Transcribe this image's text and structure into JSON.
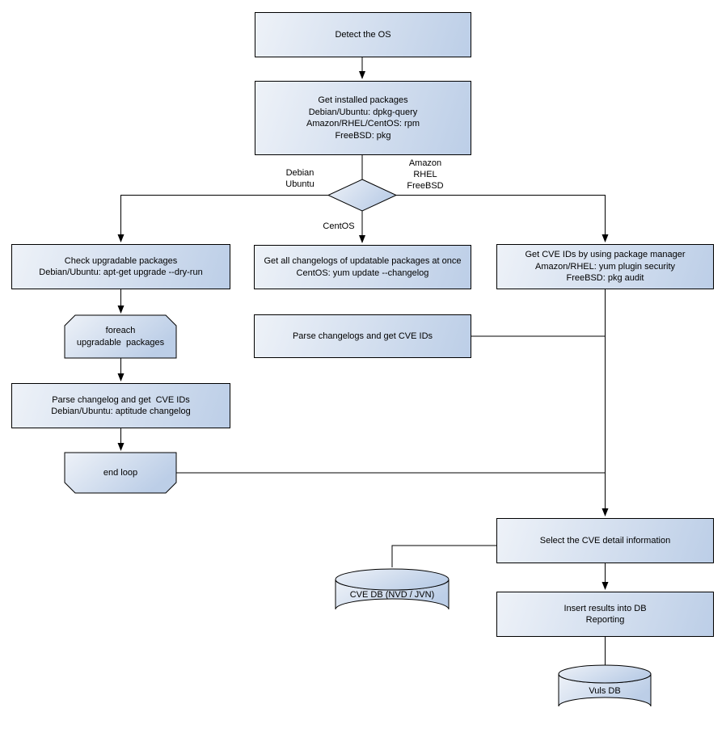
{
  "colors": {
    "fill_light": "#eef2f8",
    "fill_dark": "#bccee7",
    "border": "#000000",
    "line": "#000000",
    "background": "#ffffff"
  },
  "nodes": {
    "detect_os": "Detect the OS",
    "get_installed_packages": "Get installed packages\nDebian/Ubuntu: dpkg-query\nAmazon/RHEL/CentOS: rpm\nFreeBSD: pkg",
    "check_upgradable_packages": "Check upgradable packages\nDebian/Ubuntu: apt-get upgrade --dry-run",
    "foreach_loop_begin": "foreach\nupgradable  packages",
    "parse_changelog_left": "Parse changelog and get  CVE IDs\nDebian/Ubuntu: aptitude changelog",
    "end_loop": "end loop",
    "get_all_changelogs": "Get all changelogs of updatable packages at once\nCentOS: yum update --changelog",
    "parse_changelogs_mid": "Parse changelogs and get CVE IDs",
    "get_cve_ids_pkg_mgr": "Get CVE IDs by using package manager\nAmazon/RHEL: yum plugin security\nFreeBSD: pkg audit",
    "select_cve_detail": "Select the CVE detail information",
    "cve_db": "CVE DB (NVD / JVN)",
    "insert_results": "Insert results into DB\nReporting",
    "vuls_db": "Vuls DB"
  },
  "branch_labels": {
    "debian_ubuntu": "Debian\nUbuntu",
    "amazon_rhel_freebsd": "Amazon\nRHEL\nFreeBSD",
    "centos": "CentOS"
  }
}
